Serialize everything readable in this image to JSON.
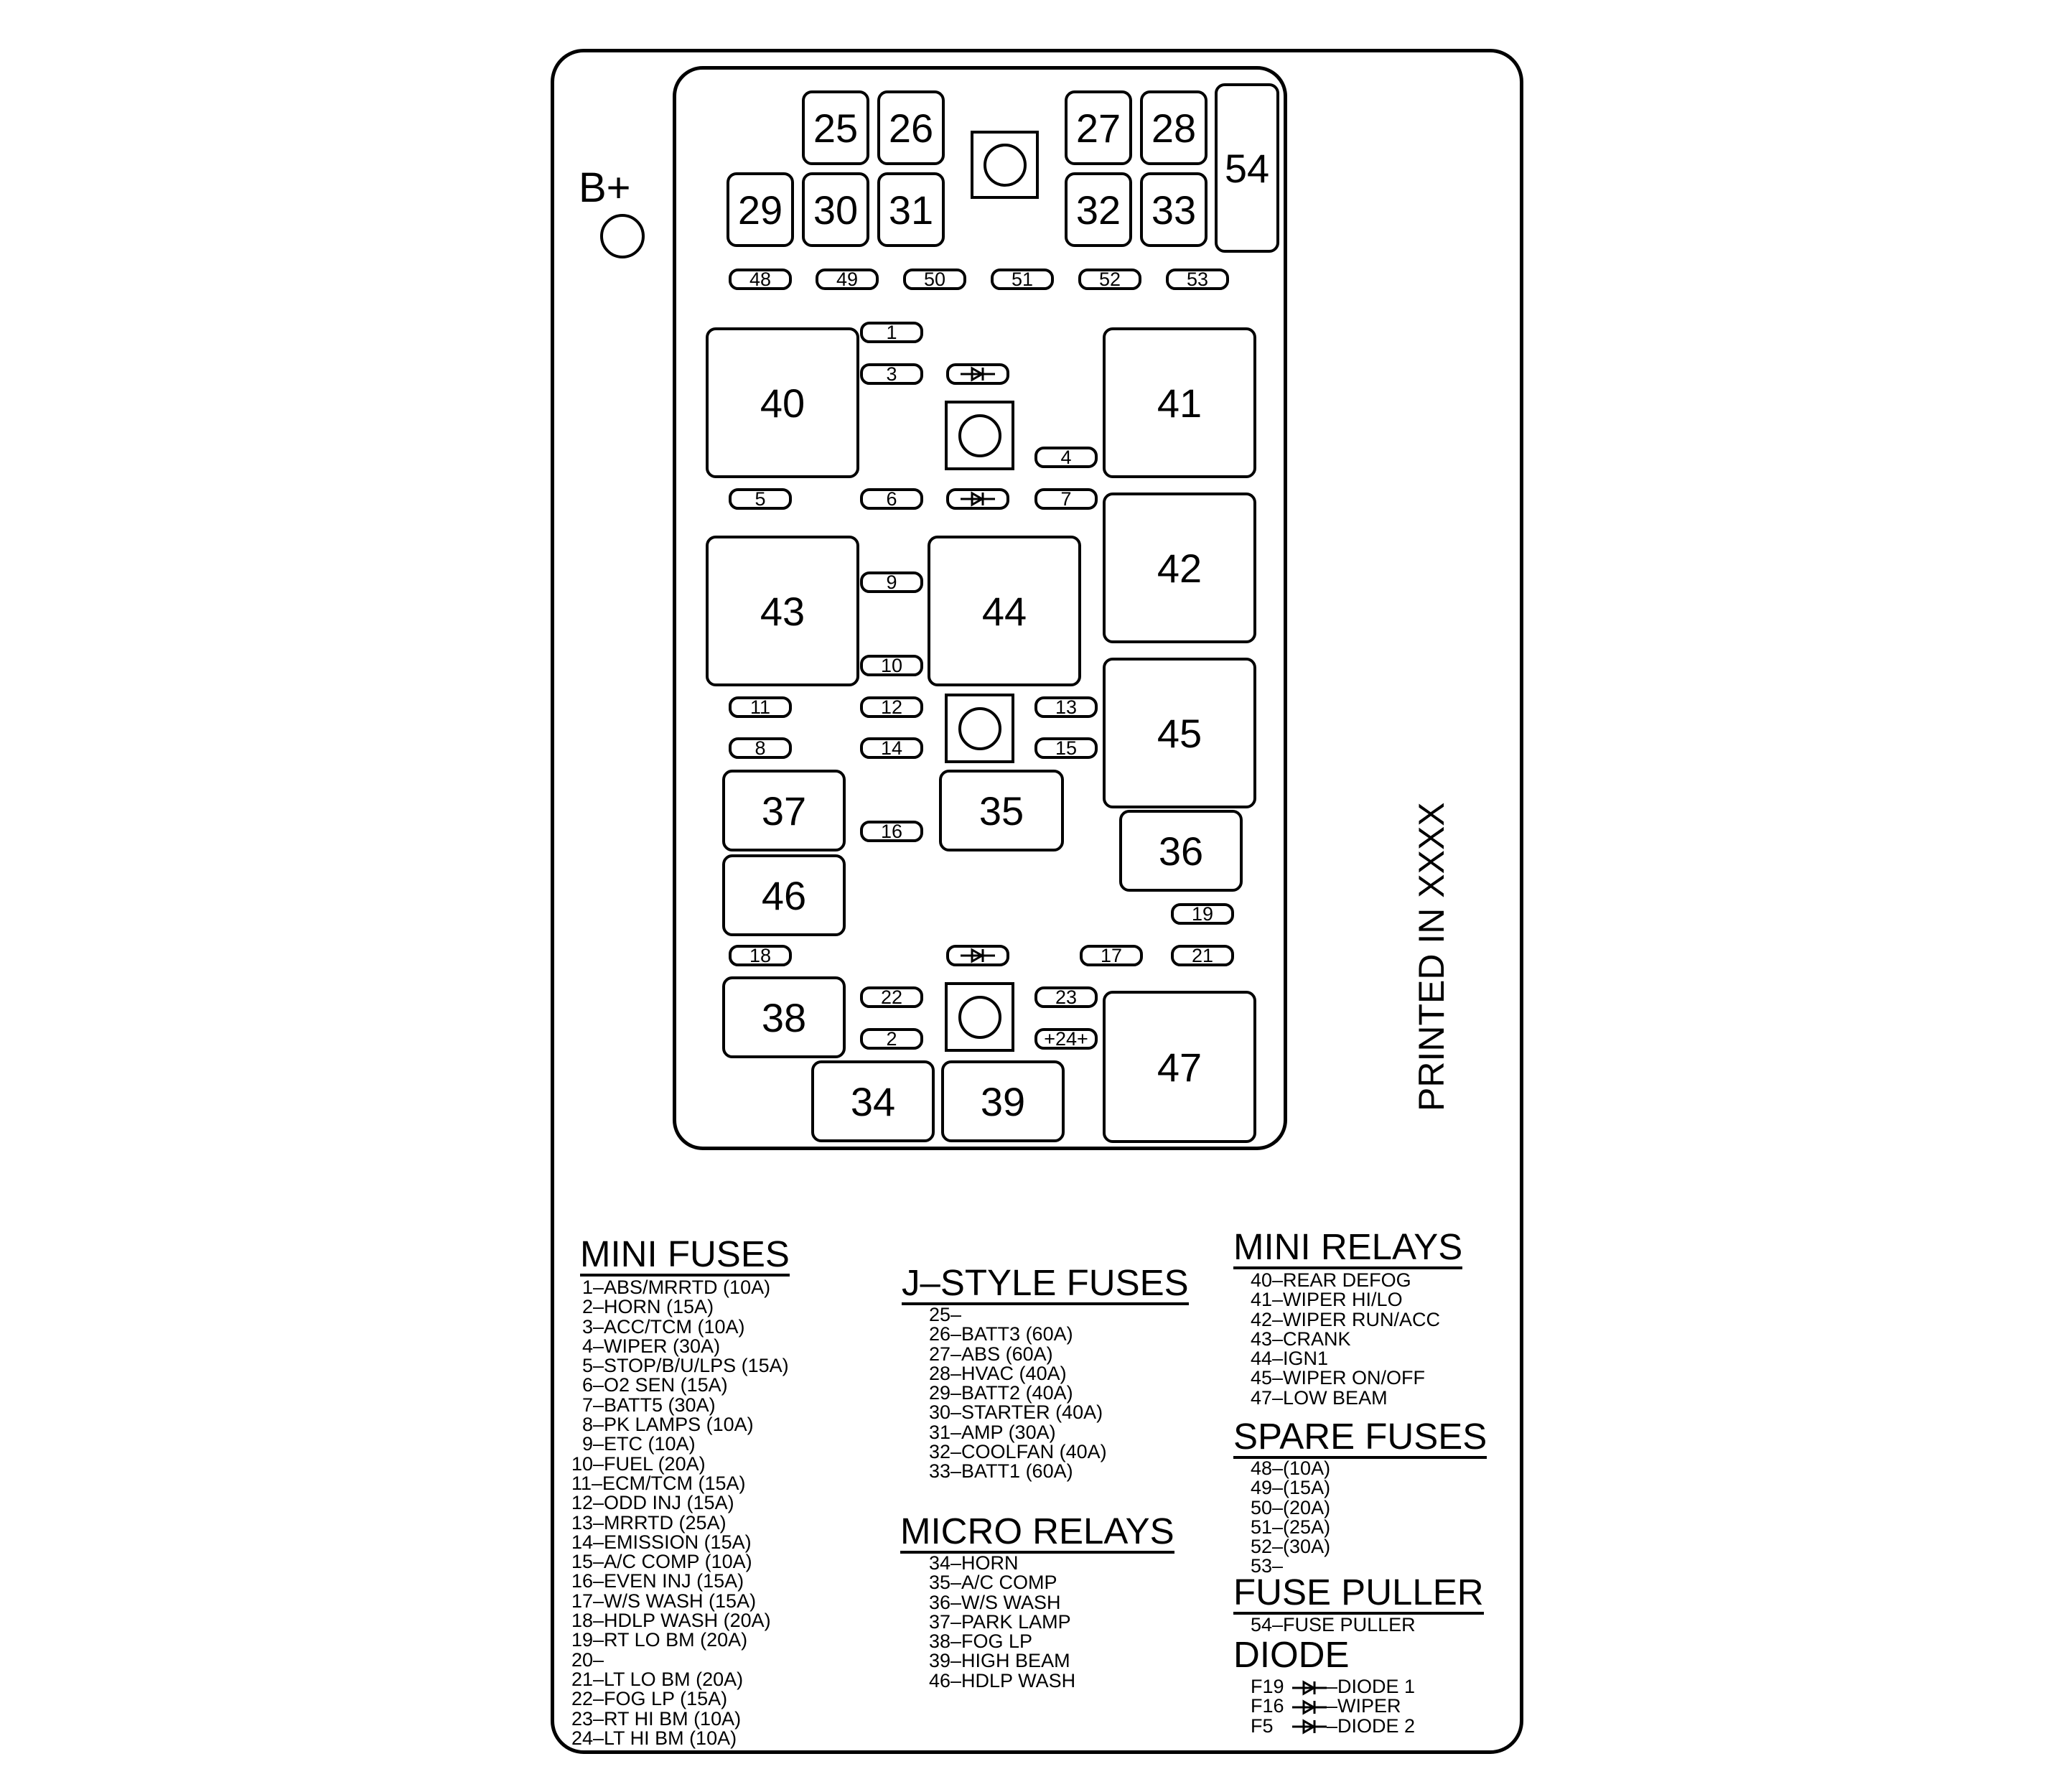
{
  "panel": {
    "b_plus": "B+",
    "printed": "PRINTED IN XXXX"
  },
  "relays": {
    "r25": "25",
    "r26": "26",
    "r27": "27",
    "r28": "28",
    "r29": "29",
    "r30": "30",
    "r31": "31",
    "r32": "32",
    "r33": "33",
    "r34": "34",
    "r35": "35",
    "r36": "36",
    "r37": "37",
    "r38": "38",
    "r39": "39",
    "r40": "40",
    "r41": "41",
    "r42": "42",
    "r43": "43",
    "r44": "44",
    "r45": "45",
    "r46": "46",
    "r47": "47",
    "r54": "54"
  },
  "fuses": {
    "f1": "1",
    "f2": "2",
    "f3": "3",
    "f4": "4",
    "f5": "5",
    "f6": "6",
    "f7": "7",
    "f8": "8",
    "f9": "9",
    "f10": "10",
    "f11": "11",
    "f12": "12",
    "f13": "13",
    "f14": "14",
    "f15": "15",
    "f16": "16",
    "f17": "17",
    "f18": "18",
    "f19": "19",
    "f21": "21",
    "f22": "22",
    "f23": "23",
    "f24": "+24+",
    "f48": "48",
    "f49": "49",
    "f50": "50",
    "f51": "51",
    "f52": "52",
    "f53": "53"
  },
  "legend": {
    "mini_fuses": {
      "title": "MINI FUSES",
      "items": [
        "  1–ABS/MRRTD (10A)",
        "  2–HORN (15A)",
        "  3–ACC/TCM (10A)",
        "  4–WIPER (30A)",
        "  5–STOP/B/U/LPS (15A)",
        "  6–O2 SEN (15A)",
        "  7–BATT5 (30A)",
        "  8–PK LAMPS (10A)",
        "  9–ETC (10A)",
        "10–FUEL (20A)",
        "11–ECM/TCM (15A)",
        "12–ODD INJ (15A)",
        "13–MRRTD (25A)",
        "14–EMISSION (15A)",
        "15–A/C COMP (10A)",
        "16–EVEN INJ (15A)",
        "17–W/S WASH (15A)",
        "18–HDLP WASH (20A)",
        "19–RT LO BM (20A)",
        "20–",
        "21–LT LO BM (20A)",
        "22–FOG LP (15A)",
        "23–RT HI BM (10A)",
        "24–LT HI BM (10A)"
      ]
    },
    "j_style_fuses": {
      "title": "J–STYLE FUSES",
      "items": [
        "25–",
        "26–BATT3 (60A)",
        "27–ABS (60A)",
        "28–HVAC (40A)",
        "29–BATT2 (40A)",
        "30–STARTER (40A)",
        "31–AMP (30A)",
        "32–COOLFAN (40A)",
        "33–BATT1 (60A)"
      ]
    },
    "micro_relays": {
      "title": "MICRO RELAYS",
      "items": [
        "34–HORN",
        "35–A/C COMP",
        "36–W/S WASH",
        "37–PARK LAMP",
        "38–FOG LP",
        "39–HIGH BEAM",
        "46–HDLP WASH"
      ]
    },
    "mini_relays": {
      "title": "MINI RELAYS",
      "items": [
        "40–REAR DEFOG",
        "41–WIPER HI/LO",
        "42–WIPER RUN/ACC",
        "43–CRANK",
        "44–IGN1",
        "45–WIPER ON/OFF",
        "47–LOW BEAM"
      ]
    },
    "spare_fuses": {
      "title": "SPARE FUSES",
      "items": [
        "48–(10A)",
        "49–(15A)",
        "50–(20A)",
        "51–(25A)",
        "52–(30A)",
        "53–"
      ]
    },
    "fuse_puller": {
      "title": "FUSE PULLER",
      "items": [
        "54–FUSE PULLER"
      ]
    },
    "diode": {
      "title": "DIODE",
      "items": [
        {
          "slot": "F19",
          "desc": "–DIODE 1"
        },
        {
          "slot": "F16",
          "desc": "–WIPER"
        },
        {
          "slot": "F5",
          "desc": "–DIODE 2"
        }
      ]
    }
  }
}
